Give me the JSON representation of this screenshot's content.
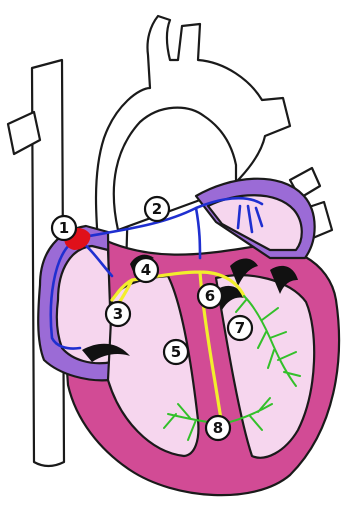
{
  "colors": {
    "outline": "#1a1a1a",
    "vessel_fill": "#ffffff",
    "atrium_wall": "#9b6bd6",
    "ventricle_wall": "#d24b95",
    "chamber_fill": "#f6d6ee",
    "sa_node": "#e0101a",
    "atrial_pathway": "#1f2fd0",
    "av_bundle": "#f2ee2c",
    "purkinje": "#33c02a",
    "valve": "#111111"
  },
  "markers": [
    {
      "id": "1",
      "label": "1"
    },
    {
      "id": "2",
      "label": "2"
    },
    {
      "id": "3",
      "label": "3"
    },
    {
      "id": "4",
      "label": "4"
    },
    {
      "id": "5",
      "label": "5"
    },
    {
      "id": "6",
      "label": "6"
    },
    {
      "id": "7",
      "label": "7"
    },
    {
      "id": "8",
      "label": "8"
    }
  ]
}
